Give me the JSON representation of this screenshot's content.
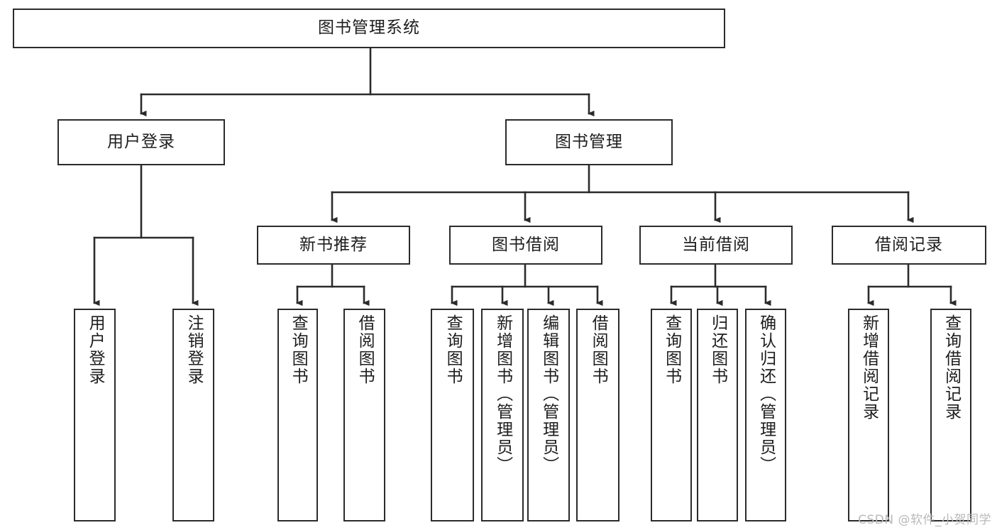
{
  "diagram": {
    "title": "图书管理系统",
    "type": "hierarchy-tree",
    "colors": {
      "box_border": "#2b2b2b",
      "box_fill": "#ffffff",
      "edge": "#2b2b2b",
      "text": "#1d1d1d",
      "watermark": "#b9b9b9"
    },
    "root": {
      "label": "图书管理系统"
    },
    "level2": [
      {
        "label": "用户登录"
      },
      {
        "label": "图书管理"
      }
    ],
    "level3": [
      {
        "label": "新书推荐"
      },
      {
        "label": "图书借阅"
      },
      {
        "label": "当前借阅"
      },
      {
        "label": "借阅记录"
      }
    ],
    "leaves": {
      "user_login": [
        {
          "label": "用户登录"
        },
        {
          "label": "注销登录"
        }
      ],
      "new_book_recommend": [
        {
          "label": "查询图书"
        },
        {
          "label": "借阅图书"
        }
      ],
      "book_borrow": [
        {
          "label": "查询图书"
        },
        {
          "label": "新增图书（管理员）"
        },
        {
          "label": "编辑图书（管理员）"
        },
        {
          "label": "借阅图书"
        }
      ],
      "current_borrow": [
        {
          "label": "查询图书"
        },
        {
          "label": "归还图书"
        },
        {
          "label": "确认归还（管理员）"
        }
      ],
      "borrow_record": [
        {
          "label": "新增借阅记录"
        },
        {
          "label": "查询借阅记录"
        }
      ]
    },
    "watermark": "CSDN @软件_小贺同学"
  }
}
